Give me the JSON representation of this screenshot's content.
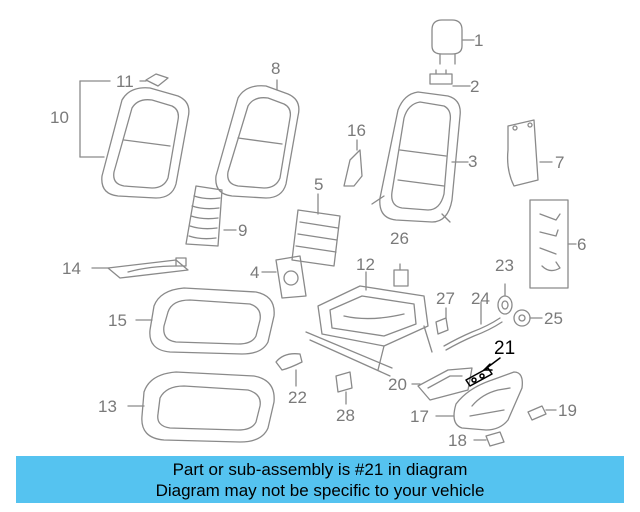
{
  "callouts": {
    "n1": "1",
    "n2": "2",
    "n3": "3",
    "n4": "4",
    "n5": "5",
    "n6": "6",
    "n7": "7",
    "n8": "8",
    "n9": "9",
    "n10": "10",
    "n11": "11",
    "n12": "12",
    "n13": "13",
    "n14": "14",
    "n15": "15",
    "n16": "16",
    "n17": "17",
    "n18": "18",
    "n19": "19",
    "n20": "20",
    "n21": "21",
    "n22": "22",
    "n23": "23",
    "n24": "24",
    "n25": "25",
    "n26": "26",
    "n27": "27",
    "n28": "28"
  },
  "banner": {
    "line1": "Part or sub-assembly is #21 in diagram",
    "line2": "Diagram may not be specific to your vehicle"
  },
  "colors": {
    "line": "#8a8a8a",
    "banner_bg": "#55c3f0",
    "highlight": "#000000"
  }
}
